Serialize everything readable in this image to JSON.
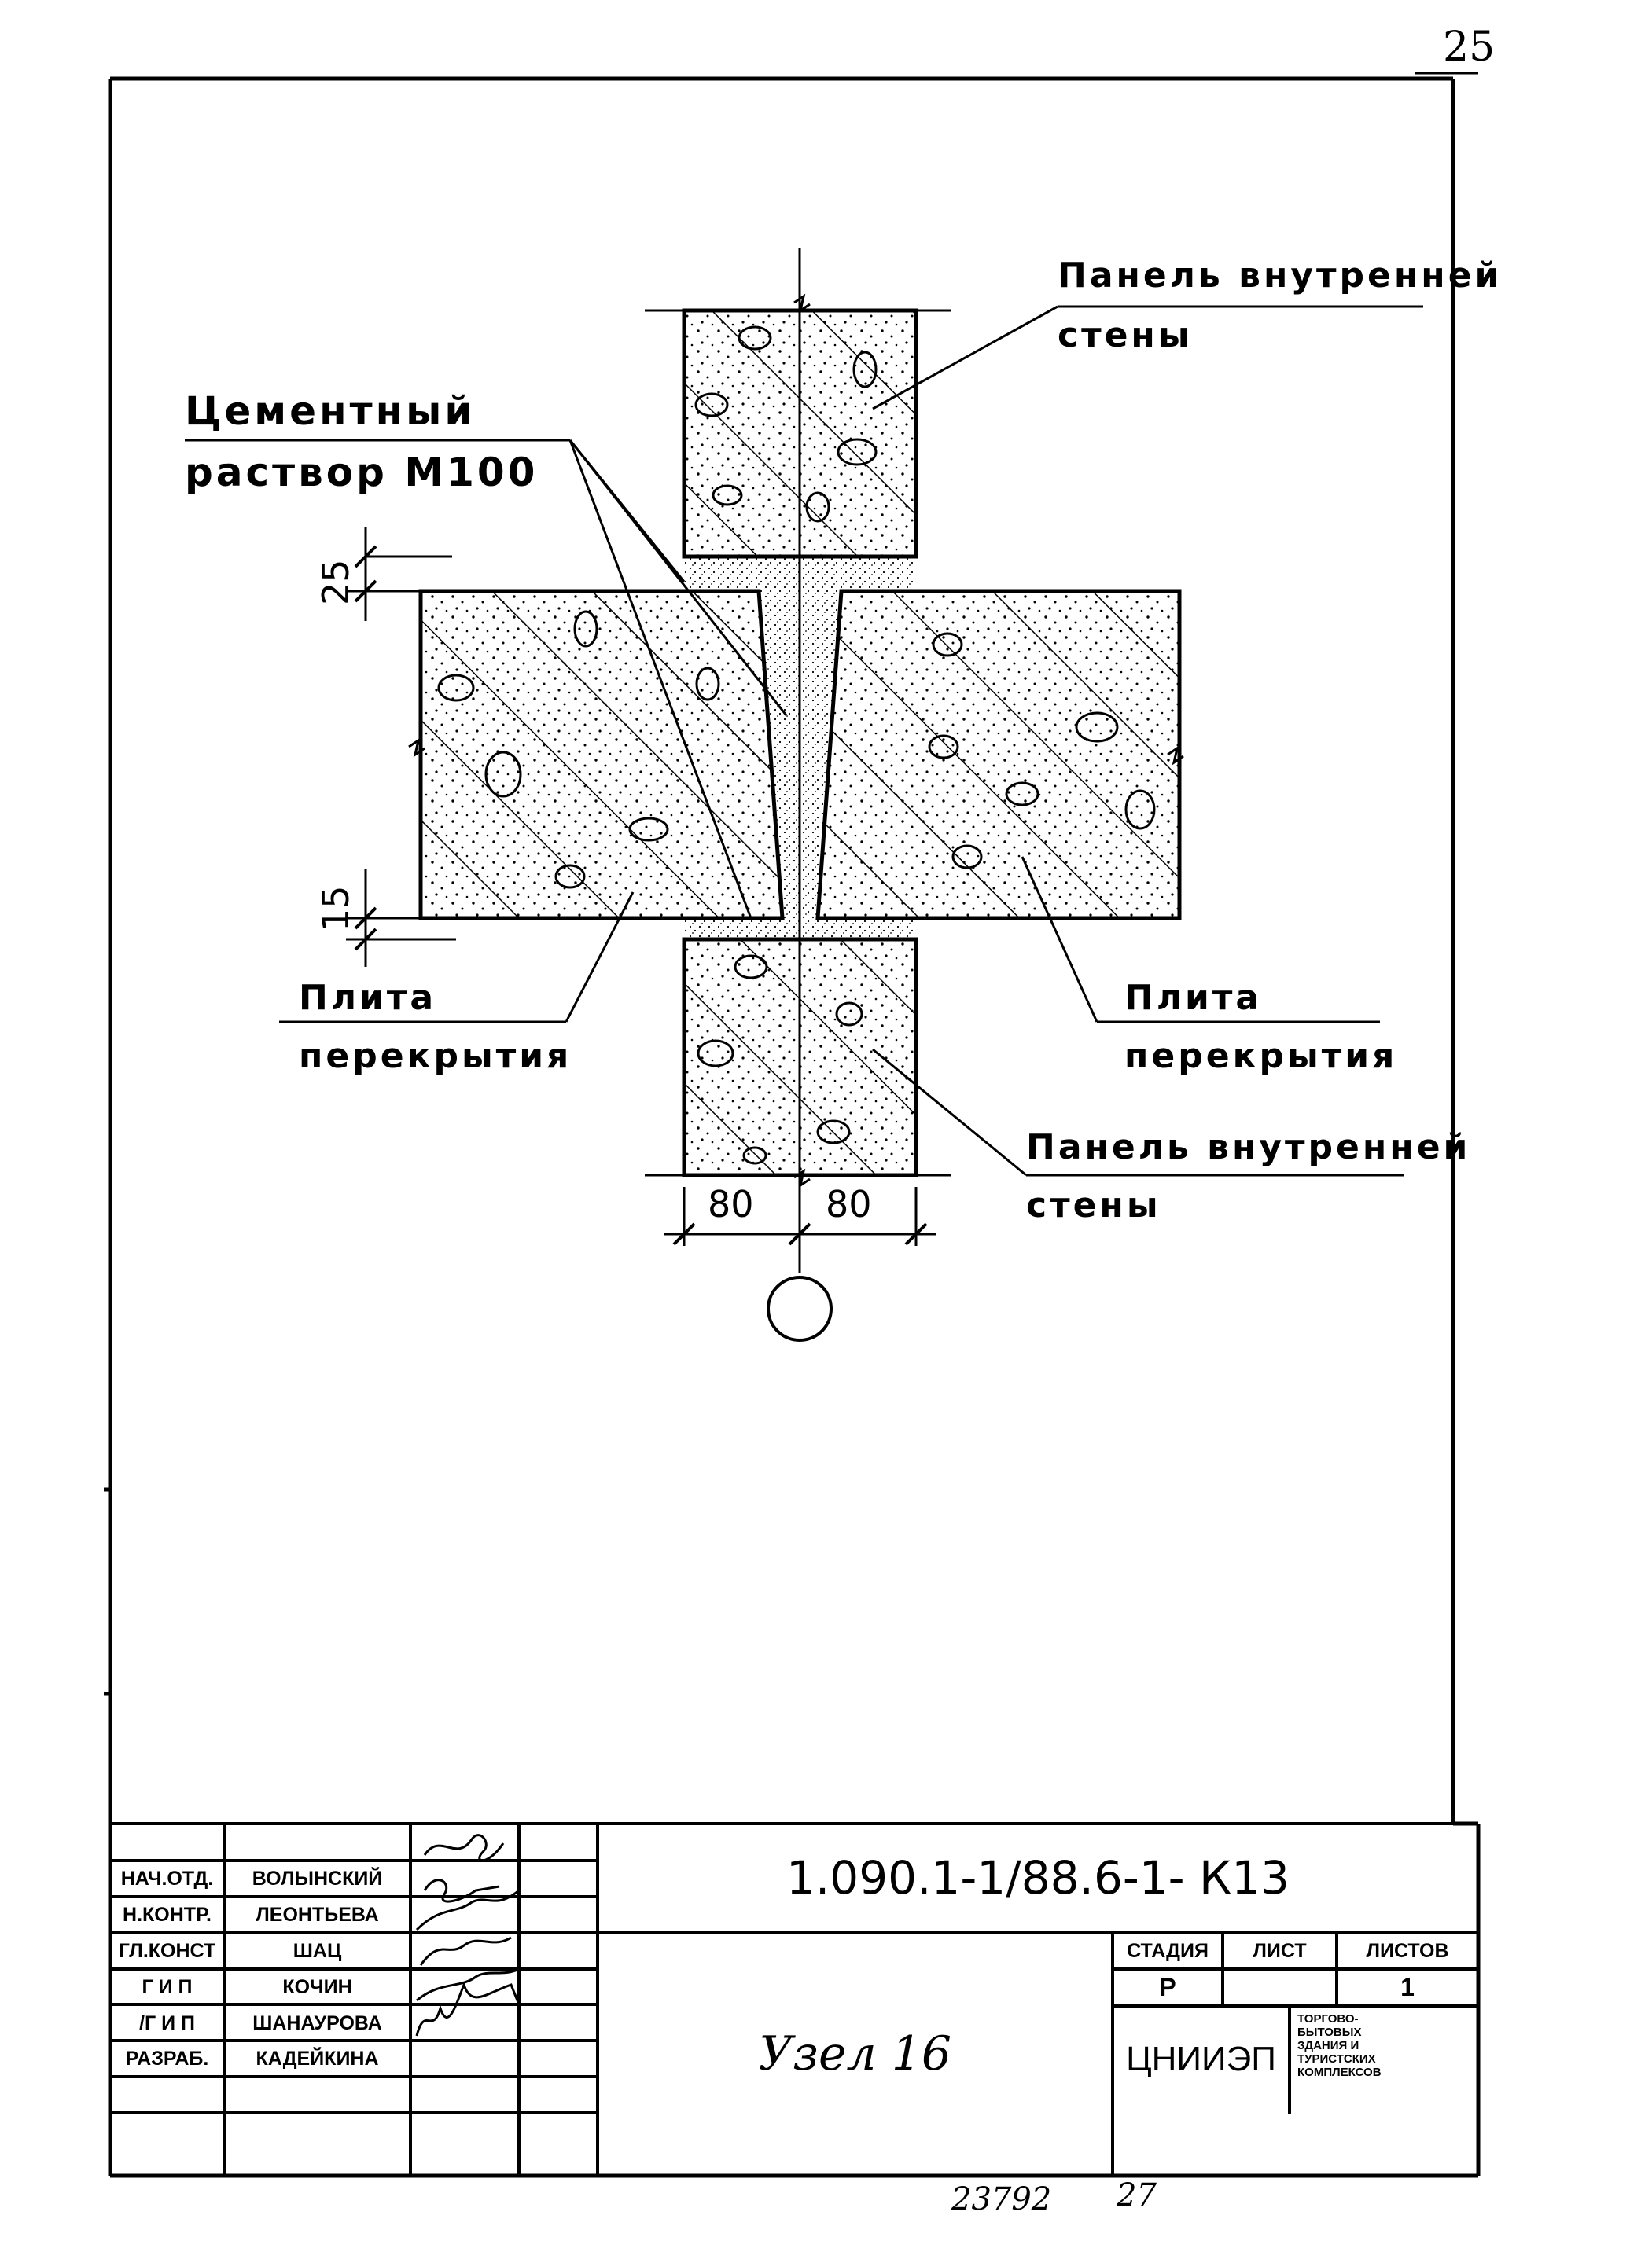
{
  "page_number": "25",
  "labels": {
    "panel_top": [
      "Панель внутренней",
      "стены"
    ],
    "cement": [
      "Цементный",
      "раствор М100"
    ],
    "slab_left": [
      "Плита",
      "перекрытия"
    ],
    "slab_right": [
      "Плита",
      "перекрытия"
    ],
    "panel_bottom": [
      "Панель внутренней",
      "стены"
    ]
  },
  "dimensions": {
    "top_gap": "25",
    "bottom_gap": "15",
    "left_width": "80",
    "right_width": "80"
  },
  "title_block": {
    "roles": [
      "НАЧ.ОТД.",
      "Н.КОНТР.",
      "ГЛ.КОНСТ",
      "Г И П",
      "/Г И П",
      "РАЗРАБ."
    ],
    "names": [
      "ВОЛЫНСКИЙ",
      "ЛЕОНТЬЕВА",
      "ШАЦ",
      "КОЧИН",
      "ШАНАУРОВА",
      "КАДЕЙКИНА"
    ],
    "document_code": "1.090.1-1/88.6-1- К13",
    "stage_header": "СТАДИЯ",
    "sheet_header": "ЛИСТ",
    "sheets_header": "ЛИСТОВ",
    "stage_value": "Р",
    "sheet_value": "",
    "sheets_value": "1",
    "drawing_title": "Узел 16",
    "organization": "ЦНИИЭП",
    "project_lines": [
      "ТОРГОВО-",
      "БЫТОВЫХ",
      "ЗДАНИЯ И",
      "ТУРИСТСКИХ",
      "КОМПЛЕКСОВ"
    ]
  },
  "bottom_numbers": {
    "inventory": "23792",
    "format": "27"
  }
}
